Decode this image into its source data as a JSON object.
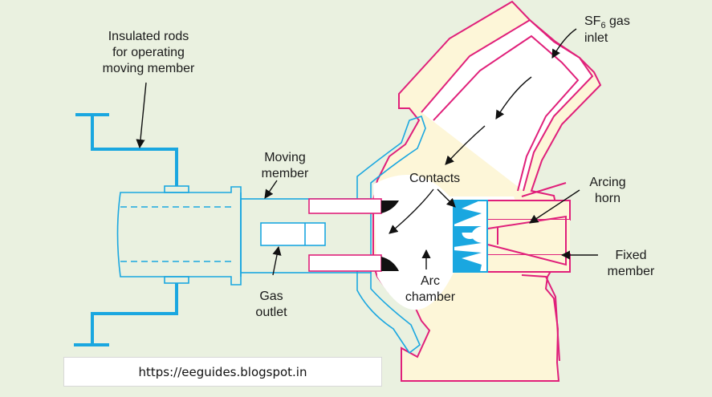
{
  "labels": {
    "insulated_rods": [
      "Insulated rods",
      "for operating",
      "moving member"
    ],
    "sf6_prefix": "SF",
    "sf6_sub": "6",
    "sf6_suffix": " gas",
    "sf6_line2": "inlet",
    "moving_member": [
      "Moving",
      "member"
    ],
    "contacts": "Contacts",
    "arcing_horn": [
      "Arcing",
      "horn"
    ],
    "fixed_member": [
      "Fixed",
      "member"
    ],
    "arc_chamber": [
      "Arc",
      "chamber"
    ],
    "gas_outlet": [
      "Gas",
      "outlet"
    ]
  },
  "footer": {
    "url": "https://eeguides.blogspot.in"
  },
  "colors": {
    "background": "#eaf1e0",
    "moving_parts": "#1aa7e0",
    "chamber_outline": "#e0207a",
    "chamber_fill": "#fdf6d8",
    "arrows": "#111111",
    "contact_fill": "#111111"
  }
}
